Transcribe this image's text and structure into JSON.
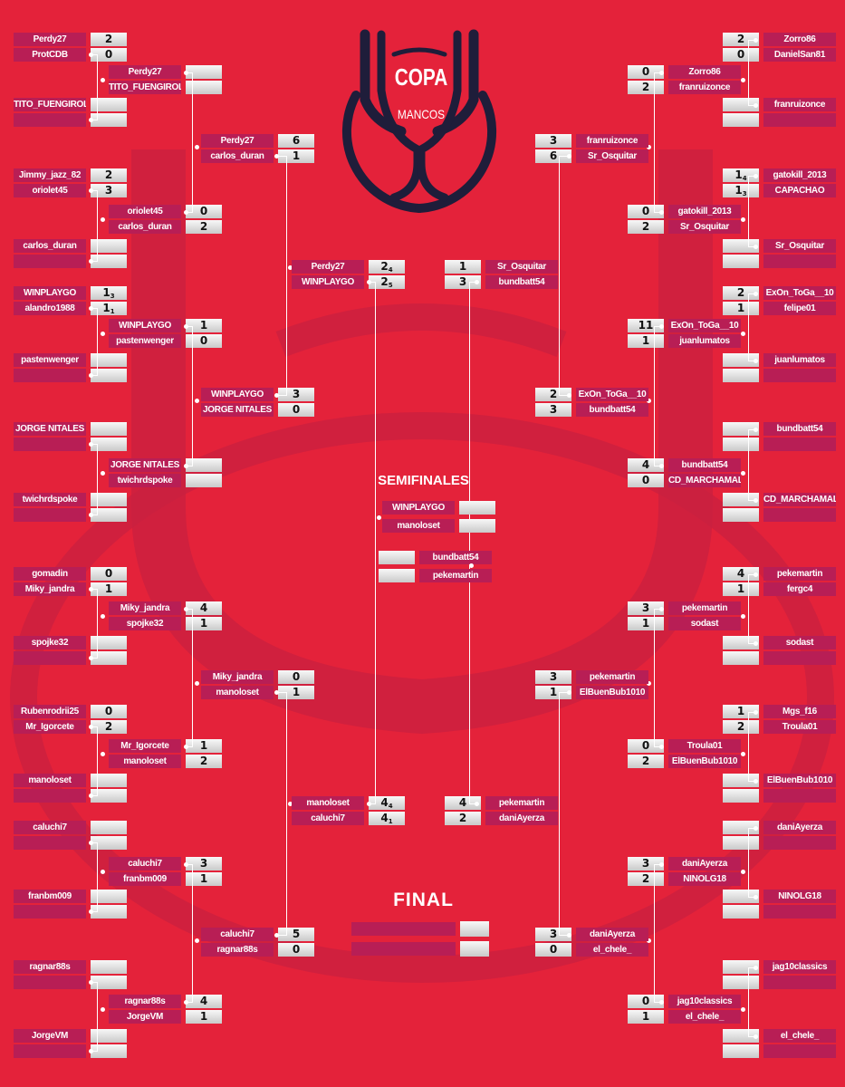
{
  "logo": {
    "line1": "COPA",
    "line2": "MANCOS",
    "colors": {
      "cup": "#1f1d3a",
      "background": "#e4223a",
      "name_box": "#b81e55"
    }
  },
  "labels": {
    "semifinals": "SEMIFINALES",
    "final": "FINAL"
  },
  "left": {
    "r1": [
      {
        "a": {
          "name": "Perdy27",
          "score": "2"
        },
        "b": {
          "name": "ProtCDB",
          "score": "0"
        }
      },
      {
        "a": {
          "name": "TITO_FUENGIROLA",
          "score": ""
        },
        "b": {
          "name": "",
          "score": ""
        }
      },
      {
        "a": {
          "name": "Jimmy_jazz_82",
          "score": "2"
        },
        "b": {
          "name": "oriolet45",
          "score": "3"
        }
      },
      {
        "a": {
          "name": "carlos_duran",
          "score": ""
        },
        "b": {
          "name": "",
          "score": ""
        }
      },
      {
        "a": {
          "name": "WINPLAYGO",
          "score": "1",
          "sub": "3"
        },
        "b": {
          "name": "alandro1988",
          "score": "1",
          "sub": "1"
        }
      },
      {
        "a": {
          "name": "pastenwenger",
          "score": ""
        },
        "b": {
          "name": "",
          "score": ""
        }
      },
      {
        "a": {
          "name": "JORGE NITALES",
          "score": ""
        },
        "b": {
          "name": "",
          "score": ""
        }
      },
      {
        "a": {
          "name": "twichrdspoke",
          "score": ""
        },
        "b": {
          "name": "",
          "score": ""
        }
      },
      {
        "a": {
          "name": "gomadin",
          "score": "0"
        },
        "b": {
          "name": "Miky_jandra",
          "score": "1"
        }
      },
      {
        "a": {
          "name": "spojke32",
          "score": ""
        },
        "b": {
          "name": "",
          "score": ""
        }
      },
      {
        "a": {
          "name": "Rubenrodrii25",
          "score": "0"
        },
        "b": {
          "name": "Mr_Igorcete",
          "score": "2"
        }
      },
      {
        "a": {
          "name": "manoloset",
          "score": ""
        },
        "b": {
          "name": "",
          "score": ""
        }
      },
      {
        "a": {
          "name": "caluchi7",
          "score": ""
        },
        "b": {
          "name": "",
          "score": ""
        }
      },
      {
        "a": {
          "name": "franbm009",
          "score": ""
        },
        "b": {
          "name": "",
          "score": ""
        }
      },
      {
        "a": {
          "name": "ragnar88s",
          "score": ""
        },
        "b": {
          "name": "",
          "score": ""
        }
      },
      {
        "a": {
          "name": "JorgeVM",
          "score": ""
        },
        "b": {
          "name": "",
          "score": ""
        }
      }
    ],
    "r2": [
      {
        "a": {
          "name": "Perdy27",
          "score": ""
        },
        "b": {
          "name": "TITO_FUENGIROLA",
          "score": ""
        }
      },
      {
        "a": {
          "name": "oriolet45",
          "score": "0"
        },
        "b": {
          "name": "carlos_duran",
          "score": "2"
        }
      },
      {
        "a": {
          "name": "WINPLAYGO",
          "score": "1"
        },
        "b": {
          "name": "pastenwenger",
          "score": "0"
        }
      },
      {
        "a": {
          "name": "JORGE NITALES",
          "score": ""
        },
        "b": {
          "name": "twichrdspoke",
          "score": ""
        }
      },
      {
        "a": {
          "name": "Miky_jandra",
          "score": "4"
        },
        "b": {
          "name": "spojke32",
          "score": "1"
        }
      },
      {
        "a": {
          "name": "Mr_Igorcete",
          "score": "1"
        },
        "b": {
          "name": "manoloset",
          "score": "2"
        }
      },
      {
        "a": {
          "name": "caluchi7",
          "score": "3"
        },
        "b": {
          "name": "franbm009",
          "score": "1"
        }
      },
      {
        "a": {
          "name": "ragnar88s",
          "score": "4"
        },
        "b": {
          "name": "JorgeVM",
          "score": "1"
        }
      }
    ],
    "r3": [
      {
        "a": {
          "name": "Perdy27",
          "score": "6"
        },
        "b": {
          "name": "carlos_duran",
          "score": "1"
        }
      },
      {
        "a": {
          "name": "WINPLAYGO",
          "score": "3"
        },
        "b": {
          "name": "JORGE NITALES",
          "score": "0"
        }
      },
      {
        "a": {
          "name": "Miky_jandra",
          "score": "0"
        },
        "b": {
          "name": "manoloset",
          "score": "1"
        }
      },
      {
        "a": {
          "name": "caluchi7",
          "score": "5"
        },
        "b": {
          "name": "ragnar88s",
          "score": "0"
        }
      }
    ],
    "r4": [
      {
        "a": {
          "name": "Perdy27",
          "score": "2",
          "sub": "4"
        },
        "b": {
          "name": "WINPLAYGO",
          "score": "2",
          "sub": "5"
        }
      },
      {
        "a": {
          "name": "manoloset",
          "score": "4",
          "sub": "4"
        },
        "b": {
          "name": "caluchi7",
          "score": "4",
          "sub": "1"
        }
      }
    ]
  },
  "right": {
    "r1": [
      {
        "a": {
          "name": "Zorro86",
          "score": "2"
        },
        "b": {
          "name": "DanielSan81",
          "score": "0"
        }
      },
      {
        "a": {
          "name": "franruizonce",
          "score": ""
        },
        "b": {
          "name": "",
          "score": ""
        }
      },
      {
        "a": {
          "name": "gatokill_2013",
          "score": "1",
          "sub": "4"
        },
        "b": {
          "name": "CAPACHAO",
          "score": "1",
          "sub": "3"
        }
      },
      {
        "a": {
          "name": "Sr_Osquitar",
          "score": ""
        },
        "b": {
          "name": "",
          "score": ""
        }
      },
      {
        "a": {
          "name": "ExOn_ToGa__10",
          "score": "2"
        },
        "b": {
          "name": "felipe01",
          "score": "1"
        }
      },
      {
        "a": {
          "name": "juanlumatos",
          "score": ""
        },
        "b": {
          "name": "",
          "score": ""
        }
      },
      {
        "a": {
          "name": "bundbatt54",
          "score": ""
        },
        "b": {
          "name": "",
          "score": ""
        }
      },
      {
        "a": {
          "name": "CD_MARCHAMALO",
          "score": ""
        },
        "b": {
          "name": "",
          "score": ""
        }
      },
      {
        "a": {
          "name": "pekemartin",
          "score": "4"
        },
        "b": {
          "name": "fergc4",
          "score": "1"
        }
      },
      {
        "a": {
          "name": "sodast",
          "score": ""
        },
        "b": {
          "name": "",
          "score": ""
        }
      },
      {
        "a": {
          "name": "Mgs_f16",
          "score": "1"
        },
        "b": {
          "name": "Troula01",
          "score": "2"
        }
      },
      {
        "a": {
          "name": "ElBuenBub1010",
          "score": ""
        },
        "b": {
          "name": "",
          "score": ""
        }
      },
      {
        "a": {
          "name": "daniAyerza",
          "score": ""
        },
        "b": {
          "name": "",
          "score": ""
        }
      },
      {
        "a": {
          "name": "NINOLG18",
          "score": ""
        },
        "b": {
          "name": "",
          "score": ""
        }
      },
      {
        "a": {
          "name": "jag10classics",
          "score": ""
        },
        "b": {
          "name": "",
          "score": ""
        }
      },
      {
        "a": {
          "name": "el_chele_",
          "score": ""
        },
        "b": {
          "name": "",
          "score": ""
        }
      }
    ],
    "r2": [
      {
        "a": {
          "name": "Zorro86",
          "score": "0"
        },
        "b": {
          "name": "franruizonce",
          "score": "2"
        }
      },
      {
        "a": {
          "name": "gatokill_2013",
          "score": "0"
        },
        "b": {
          "name": "Sr_Osquitar",
          "score": "2"
        }
      },
      {
        "a": {
          "name": "ExOn_ToGa__10",
          "score": "11"
        },
        "b": {
          "name": "juanlumatos",
          "score": "1"
        }
      },
      {
        "a": {
          "name": "bundbatt54",
          "score": "4"
        },
        "b": {
          "name": "CD_MARCHAMALO",
          "score": "0"
        }
      },
      {
        "a": {
          "name": "pekemartin",
          "score": "3"
        },
        "b": {
          "name": "sodast",
          "score": "1"
        }
      },
      {
        "a": {
          "name": "Troula01",
          "score": "0"
        },
        "b": {
          "name": "ElBuenBub1010",
          "score": "2"
        }
      },
      {
        "a": {
          "name": "daniAyerza",
          "score": "3"
        },
        "b": {
          "name": "NINOLG18",
          "score": "2"
        }
      },
      {
        "a": {
          "name": "jag10classics",
          "score": "0"
        },
        "b": {
          "name": "el_chele_",
          "score": "1"
        }
      }
    ],
    "r3": [
      {
        "a": {
          "name": "franruizonce",
          "score": "3"
        },
        "b": {
          "name": "Sr_Osquitar",
          "score": "6"
        }
      },
      {
        "a": {
          "name": "ExOn_ToGa__10",
          "score": "2"
        },
        "b": {
          "name": "bundbatt54",
          "score": "3"
        }
      },
      {
        "a": {
          "name": "pekemartin",
          "score": "3"
        },
        "b": {
          "name": "ElBuenBub1010",
          "score": "1"
        }
      },
      {
        "a": {
          "name": "daniAyerza",
          "score": "3"
        },
        "b": {
          "name": "el_chele_",
          "score": "0"
        }
      }
    ],
    "r4": [
      {
        "a": {
          "name": "Sr_Osquitar",
          "score": "1"
        },
        "b": {
          "name": "bundbatt54",
          "score": "3"
        }
      },
      {
        "a": {
          "name": "pekemartin",
          "score": "4"
        },
        "b": {
          "name": "daniAyerza",
          "score": "2"
        }
      }
    ]
  },
  "semifinals": [
    {
      "a": {
        "name": "WINPLAYGO",
        "score": ""
      },
      "b": {
        "name": "manoloset",
        "score": ""
      }
    },
    {
      "a": {
        "name": "bundbatt54",
        "score": ""
      },
      "b": {
        "name": "pekemartin",
        "score": ""
      }
    }
  ],
  "final": {
    "a": {
      "name": "",
      "score": ""
    },
    "b": {
      "name": "",
      "score": ""
    }
  }
}
